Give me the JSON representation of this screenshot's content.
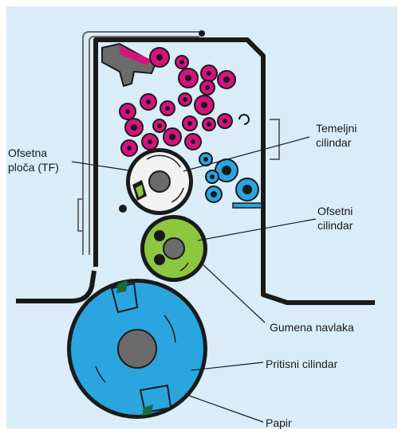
{
  "labels": {
    "temeljni_line1": "Temeljni",
    "temeljni_line2": "cilindar",
    "ofsetna_line1": "Ofsetna",
    "ofsetna_line2": "ploča (TF)",
    "ofsetni_line1": "Ofsetni",
    "ofsetni_line2": "cilindar",
    "gumena": "Gumena navlaka",
    "pritisni": "Pritisni cilindar",
    "papir": "Papir"
  },
  "colors": {
    "background": "#d9ecf8",
    "magenta": "#d6127f",
    "cyan": "#2aa5e0",
    "green": "#8dc63f",
    "blue_cylinder": "#2aa5e0",
    "dark": "#1a1a1a",
    "gray": "#6b6b6b"
  }
}
